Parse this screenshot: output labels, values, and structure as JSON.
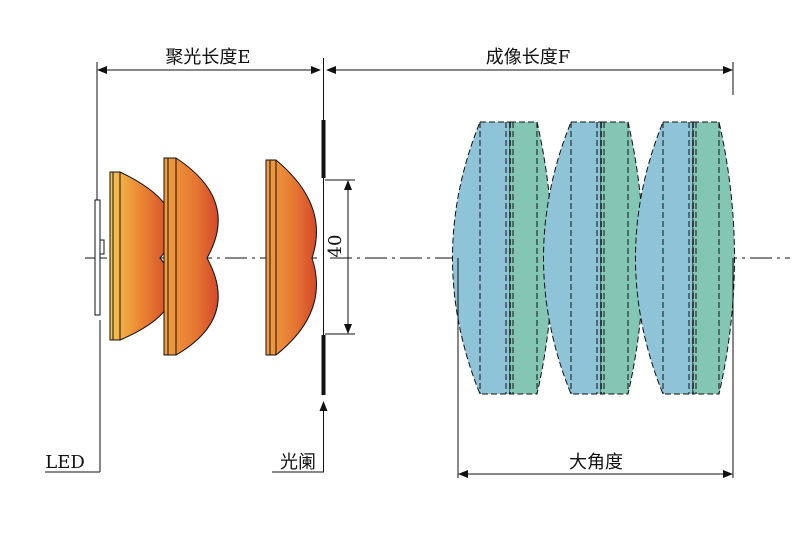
{
  "labels": {
    "focus_length": "聚光长度E",
    "imaging_length": "成像长度F",
    "aperture_dim": "40",
    "led": "LED",
    "aperture": "光阑",
    "wide_angle": "大角度"
  },
  "colors": {
    "condenser_light": "#f6c552",
    "condenser_mid": "#eb8a33",
    "condenser_dark": "#d4482a",
    "imaging_blue": "#8ec3d8",
    "imaging_teal": "#84c6b4",
    "line": "#111111"
  }
}
